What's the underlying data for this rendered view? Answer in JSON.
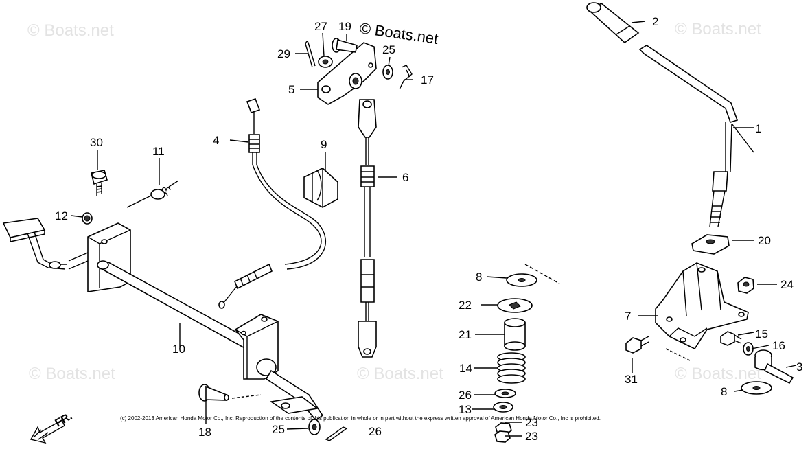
{
  "watermarks": {
    "text": "© Boats.net",
    "prominent": "© Boats.net"
  },
  "copyright": "(c) 2002-2013 American Honda Motor Co., Inc. Reproduction of the contents of this publication in whole or in part without the express written approval of American Honda Motor Co., Inc is prohibited.",
  "direction_label": "FR.",
  "callouts": {
    "c1": "1",
    "c2": "2",
    "c3": "3",
    "c4": "4",
    "c5": "5",
    "c6": "6",
    "c7": "7",
    "c8a": "8",
    "c8b": "8",
    "c9": "9",
    "c10": "10",
    "c11": "11",
    "c12": "12",
    "c13": "13",
    "c14": "14",
    "c15": "15",
    "c16": "16",
    "c17": "17",
    "c18": "18",
    "c19": "19",
    "c20": "20",
    "c21": "21",
    "c22": "22",
    "c23a": "23",
    "c23b": "23",
    "c24": "24",
    "c25a": "25",
    "c25b": "25",
    "c26a": "26",
    "c26b": "26",
    "c27": "27",
    "c29": "29",
    "c30": "30",
    "c31": "31"
  }
}
